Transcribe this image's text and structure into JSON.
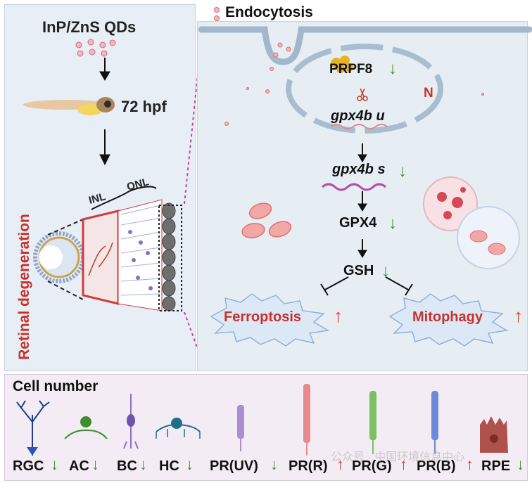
{
  "left": {
    "title": "InP/ZnS QDs",
    "timepoint": "72 hpf",
    "inl_label": "INL",
    "onl_label": "ONL",
    "side_label": "Retinal degeneration"
  },
  "pathway": {
    "legend_label": "Endocytosis",
    "nucleus_label": "N",
    "prpf8": "PRPF8",
    "gpx4b_u": "gpx4b u",
    "gpx4b_s": "gpx4b s",
    "gpx4": "GPX4",
    "gsh": "GSH",
    "ferroptosis": "Ferroptosis",
    "mitophagy": "Mitophagy"
  },
  "cells": {
    "title": "Cell number",
    "items": [
      {
        "label": "RGC",
        "trend": "down"
      },
      {
        "label": "AC",
        "trend": "down"
      },
      {
        "label": "BC",
        "trend": "down"
      },
      {
        "label": "HC",
        "trend": "down"
      },
      {
        "label": "PR(UV)",
        "trend": "down"
      },
      {
        "label": "PR(R)",
        "trend": "up"
      },
      {
        "label": "PR(G)",
        "trend": "up"
      },
      {
        "label": "PR(B)",
        "trend": "up"
      },
      {
        "label": "RPE",
        "trend": "down"
      }
    ]
  },
  "watermark": "公众号 · 中国环境信息中心",
  "colors": {
    "up": "#d9342b",
    "down": "#3e8e2c",
    "red_text": "#c8312c",
    "membrane": "#9fb4c8"
  }
}
